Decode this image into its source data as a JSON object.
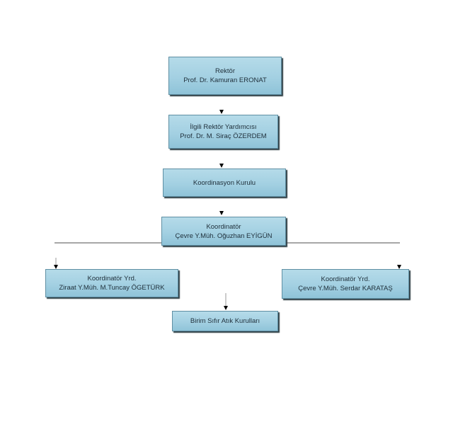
{
  "rektor": {
    "title": "Rektör",
    "name": "Prof. Dr. Kamuran ERONAT"
  },
  "rektor_yardimcisi": {
    "title": "İlgili Rektör Yardımcısı",
    "name": "Prof. Dr. M. Siraç ÖZERDEM"
  },
  "koordinasyon_kurulu": {
    "title": "Koordinasyon Kurulu"
  },
  "koordinator": {
    "title": "Koordinatör",
    "name": "Çevre Y.Müh. Oğuzhan EYİGÜN"
  },
  "koordinator_yrd_left": {
    "title": "Koordinatör Yrd.",
    "name": "Ziraat Y.Müh. M.Tuncay ÖGETÜRK"
  },
  "koordinator_yrd_right": {
    "title": "Koordinatör Yrd.",
    "name": "Çevre Y.Müh. Serdar KARATAŞ"
  },
  "birim_kurullari": {
    "title": "Birim Sıfır Atık Kurulları"
  }
}
